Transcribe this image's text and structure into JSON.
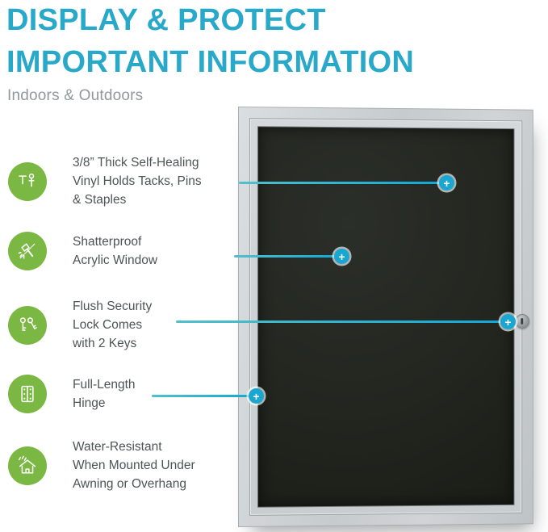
{
  "header": {
    "title_line1": "DISPLAY & PROTECT",
    "title_line2": "IMPORTANT INFORMATION",
    "subtitle": "Indoors & Outdoors"
  },
  "colors": {
    "accent_cyan": "#29a9c9",
    "icon_green": "#7bb843",
    "board_frame_gray": "#c9ced0",
    "board_surface_dark": "#22261f",
    "body_text_gray": "#4e5456"
  },
  "features": [
    {
      "icon": "pins-icon",
      "lines": [
        "3/8” Thick Self-Healing",
        "Vinyl Holds Tacks, Pins",
        "& Staples"
      ]
    },
    {
      "icon": "shatterproof-hammer-icon",
      "lines": [
        "Shatterproof",
        "Acrylic Window"
      ]
    },
    {
      "icon": "keys-icon",
      "lines": [
        "Flush Security",
        "Lock Comes",
        "with 2 Keys"
      ]
    },
    {
      "icon": "hinge-icon",
      "lines": [
        "Full-Length",
        "Hinge"
      ]
    },
    {
      "icon": "water-resistant-house-icon",
      "lines": [
        "Water-Resistant",
        "When Mounted Under",
        "Awning or Overhang"
      ]
    }
  ],
  "callouts": {
    "plus_glyph": "+"
  }
}
